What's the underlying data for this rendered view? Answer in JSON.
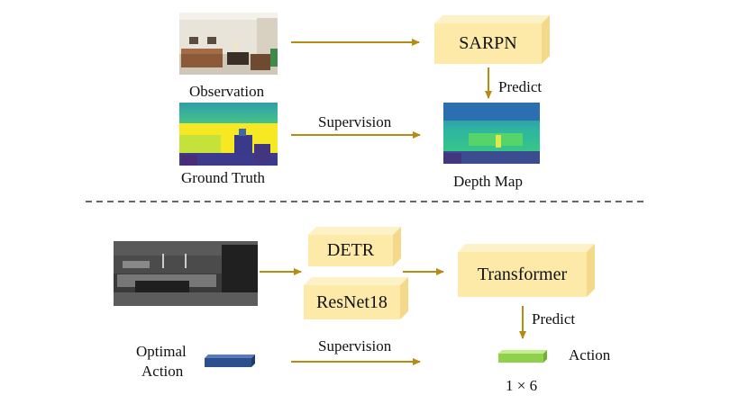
{
  "top": {
    "observation_label": "Observation",
    "ground_truth_label": "Ground Truth",
    "sarpn_label": "SARPN",
    "predict_label": "Predict",
    "supervision_label": "Supervision",
    "depth_map_label": "Depth Map"
  },
  "bottom": {
    "detr_label": "DETR",
    "resnet_label": "ResNet18",
    "transformer_label": "Transformer",
    "predict_label": "Predict",
    "optimal_action_line1": "Optimal",
    "optimal_action_line2": "Action",
    "supervision_label": "Supervision",
    "action_label": "Action",
    "dim_label": "1 × 6"
  },
  "colors": {
    "box_front": "#fde9a8",
    "box_top": "#fdf1c8",
    "box_side": "#f4d98a",
    "arrow": "#b58b12",
    "blue_bar": "#2c4f8e",
    "green_bar": "#8fd14a",
    "dashed": "#333333"
  }
}
